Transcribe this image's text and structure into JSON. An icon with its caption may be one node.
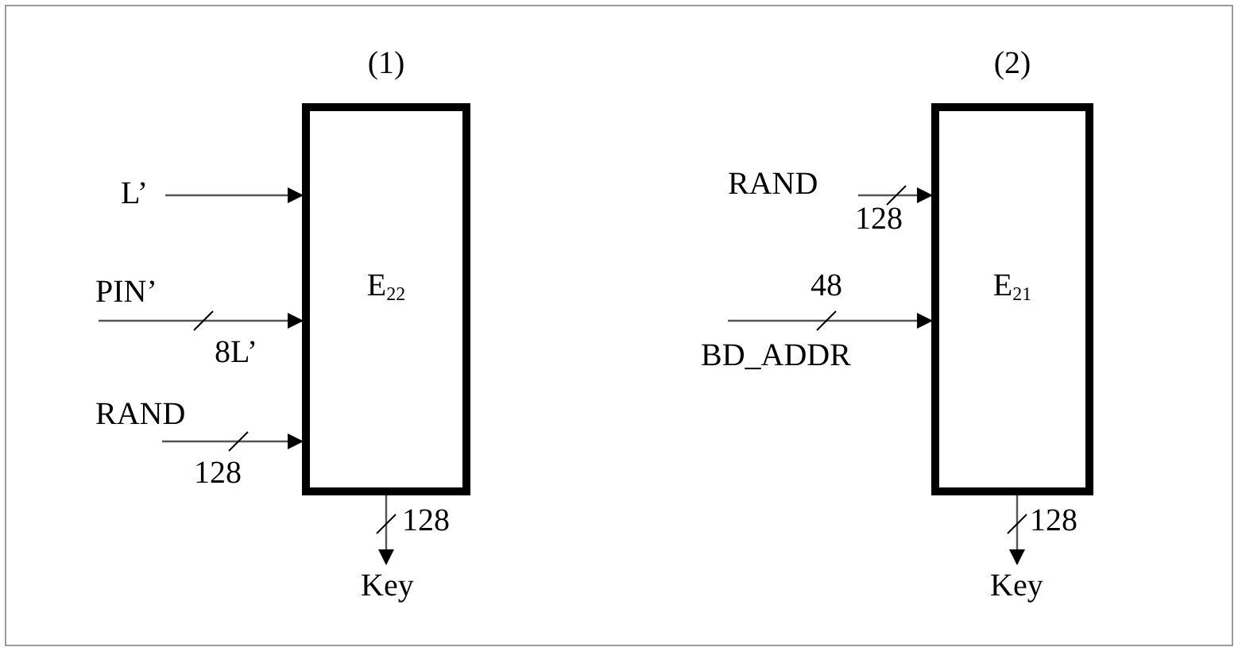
{
  "diagram": {
    "nodes": [
      {
        "text": [
          "(1)",
          "E$_{22}$"
        ]
      },
      {
        "text": [
          "L’"
        ]
      },
      {
        "text": [
          "PIN’"
        ]
      },
      {
        "text": [
          "RAND"
        ]
      },
      {
        "text": [
          "Key"
        ]
      },
      {
        "text": [
          "(2)",
          "E$_{21}$"
        ]
      },
      {
        "text": [
          "RAND"
        ]
      },
      {
        "text": [
          "BD_ADDR"
        ]
      },
      {
        "text": [
          "Key"
        ]
      }
    ],
    "edges": [
      {
        "from": 1,
        "to": 0,
        "arrow": "to"
      },
      {
        "from": 2,
        "to": 0,
        "arrow": "to",
        "label": "8L’"
      },
      {
        "from": 3,
        "to": 0,
        "arrow": "to",
        "label": "128"
      },
      {
        "from": 0,
        "to": 4,
        "arrow": "to",
        "label": "128"
      },
      {
        "from": 6,
        "to": 5,
        "arrow": "to",
        "label": "128"
      },
      {
        "from": 7,
        "to": 5,
        "arrow": "to",
        "label": "48"
      },
      {
        "from": 5,
        "to": 8,
        "arrow": "to",
        "label": "128"
      }
    ]
  }
}
